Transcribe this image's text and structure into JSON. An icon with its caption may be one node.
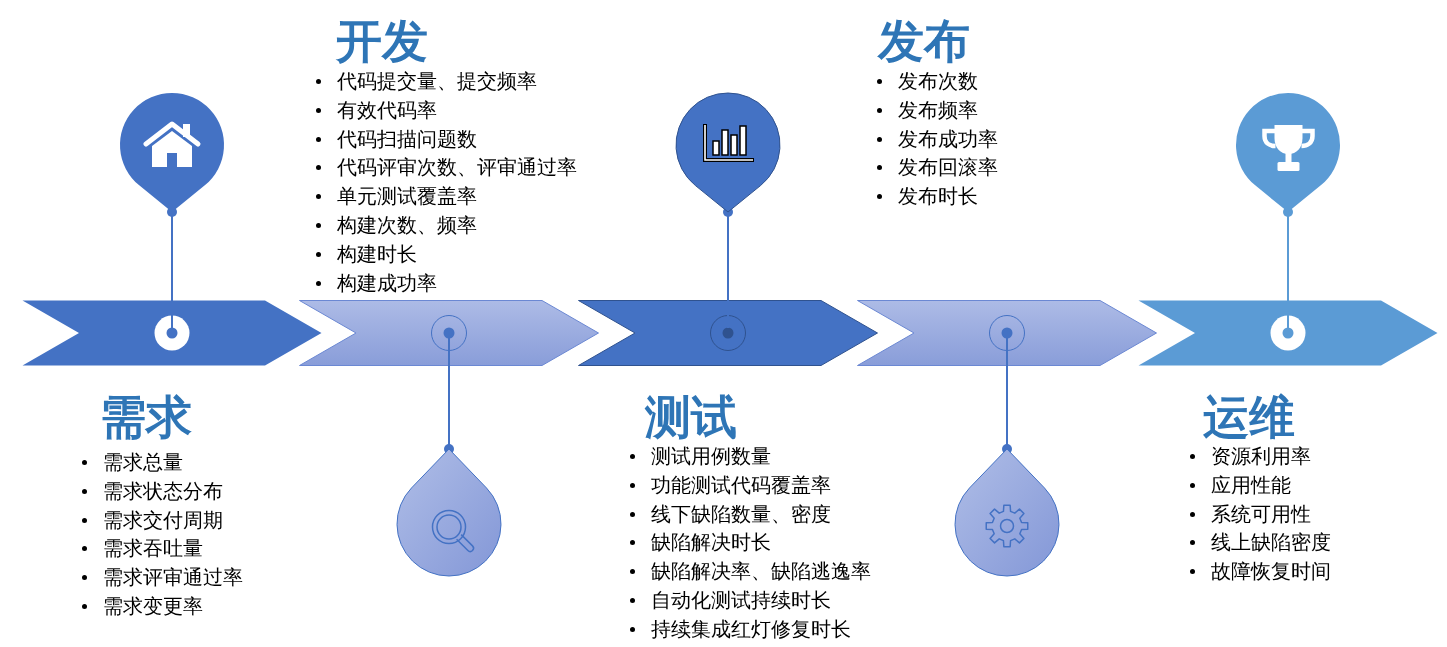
{
  "diagram": {
    "nodes": [
      {
        "text": [],
        "shape": "chevron",
        "beside": [
          "需求",
          "需求总量",
          "需求状态分布",
          "需求交付周期",
          "需求吞吐量",
          "需求评审通过率",
          "需求变更率"
        ]
      },
      {
        "text": [],
        "shape": "pin"
      },
      {
        "text": [],
        "shape": "chevron",
        "beside": [
          "开发",
          "代码提交量、提交频率",
          "有效代码率",
          "代码扫描问题数",
          "代码评审次数、评审通过率",
          "单元测试覆盖率",
          "构建次数、频率",
          "构建时长",
          "构建成功率"
        ]
      },
      {
        "text": [],
        "shape": "pin"
      },
      {
        "text": [],
        "shape": "chevron",
        "beside": [
          "测试",
          "测试用例数量",
          "功能测试代码覆盖率",
          "线下缺陷数量、密度",
          "缺陷解决时长",
          "缺陷解决率、缺陷逃逸率",
          "自动化测试持续时长",
          "持续集成红灯修复时长"
        ]
      },
      {
        "text": [],
        "shape": "pin"
      },
      {
        "text": [],
        "shape": "chevron",
        "beside": [
          "发布",
          "发布次数",
          "发布频率",
          "发布成功率",
          "发布回滚率",
          "发布时长"
        ]
      },
      {
        "text": [],
        "shape": "pin"
      },
      {
        "text": [],
        "shape": "chevron",
        "beside": [
          "运维",
          "资源利用率",
          "应用性能",
          "系统可用性",
          "线上缺陷密度",
          "故障恢复时间"
        ]
      },
      {
        "text": [],
        "shape": "pin"
      }
    ],
    "edges": [
      {
        "from": 1,
        "to": 0,
        "arrow": "other"
      },
      {
        "from": 3,
        "to": 2,
        "arrow": "other"
      },
      {
        "from": 5,
        "to": 4,
        "arrow": "other"
      },
      {
        "from": 7,
        "to": 6,
        "arrow": "other"
      },
      {
        "from": 9,
        "to": 8,
        "arrow": "other",
        "color": "#5b9bd5"
      }
    ]
  }
}
